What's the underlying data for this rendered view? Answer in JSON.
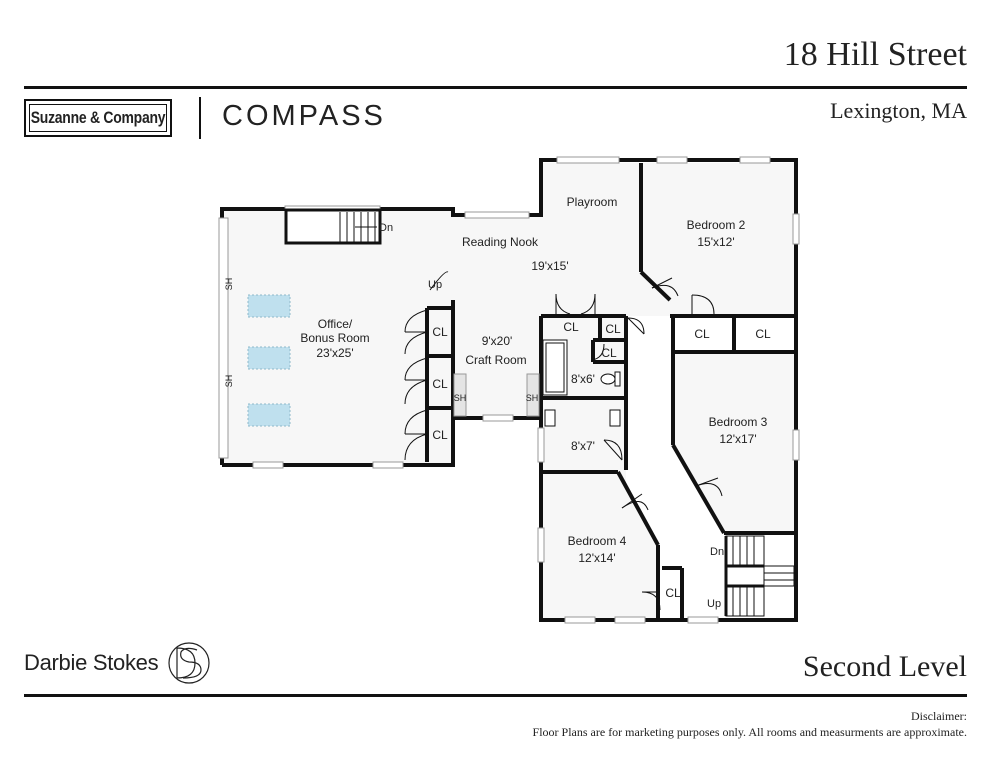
{
  "header": {
    "address": "18 Hill Street",
    "city": "Lexington, MA",
    "brand_left": "Suzanne & Company",
    "brand_right": "COMPASS"
  },
  "footer": {
    "agent": "Darbie Stokes",
    "level": "Second Level",
    "disclaimer_title": "Disclaimer:",
    "disclaimer_text": "Floor Plans are for marketing purposes only. All rooms and measurments are approximate."
  },
  "rooms": {
    "office_line1": "Office/",
    "office_line2": "Bonus Room",
    "office_size": "23'x25'",
    "reading_nook": "Reading Nook",
    "playroom": "Playroom",
    "playroom_size": "19'x15'",
    "craft_size": "9'x20'",
    "craft_room": "Craft Room",
    "bedroom2": "Bedroom 2",
    "bedroom2_size": "15'x12'",
    "bedroom3": "Bedroom 3",
    "bedroom3_size": "12'x17'",
    "bedroom4": "Bedroom 4",
    "bedroom4_size": "12'x14'",
    "bath1_size": "8'x6'",
    "bath2_size": "8'x7'"
  },
  "labels": {
    "closet": "CL",
    "shelf": "SH",
    "stairs_down": "Dn",
    "stairs_up": "Up"
  }
}
